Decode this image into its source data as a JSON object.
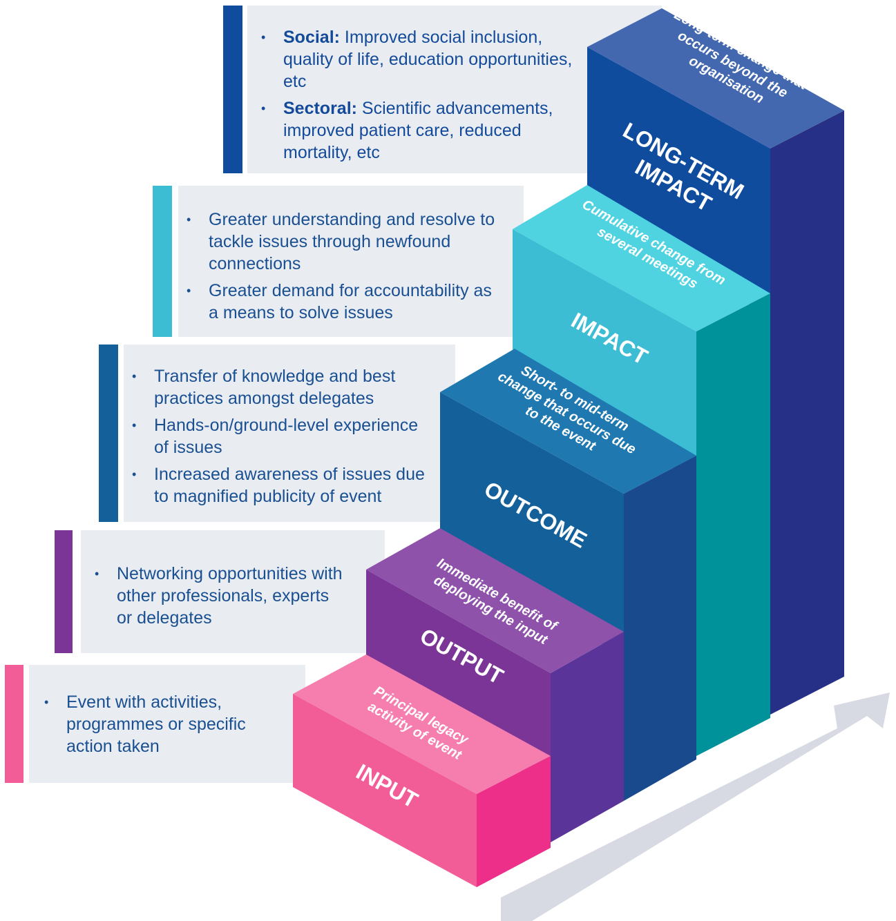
{
  "colors": {
    "input": "#f25d98",
    "output": "#7a3596",
    "outcome": "#13609a",
    "impact": "#3cbdd3",
    "long_term_impact": "#0f4c9e",
    "panel_background": "#e9edf2",
    "bullet_text": "#1a4f92",
    "arrow": "#d7dae2"
  },
  "panels": {
    "long_term_impact": {
      "bullets": [
        {
          "bold": "Social:",
          "text": " Improved social inclusion, quality of life, education opportunities, etc"
        },
        {
          "bold": "Sectoral:",
          "text": " Scientific advancements, improved patient care, reduced mortality, etc"
        }
      ]
    },
    "impact": {
      "bullets": [
        "Greater understanding and resolve to tackle issues through newfound connections",
        "Greater demand for accountability as a means to solve issues"
      ]
    },
    "outcome": {
      "bullets": [
        "Transfer of knowledge and best practices amongst delegates",
        "Hands-on/ground-level experience of issues",
        "Increased awareness of issues due to magnified publicity of event"
      ]
    },
    "output": {
      "bullets": [
        "Networking opportunities with other professionals, experts or delegates"
      ]
    },
    "input": {
      "bullets": [
        "Event with activities, programmes or specific action taken"
      ]
    }
  },
  "steps": {
    "input": {
      "label": "INPUT",
      "top_lines": [
        "Principal legacy",
        "activity of event"
      ]
    },
    "output": {
      "label": "OUTPUT",
      "top_lines": [
        "Immediate benefit of",
        "deploying the input"
      ]
    },
    "outcome": {
      "label": "OUTCOME",
      "top_lines": [
        "Short- to mid-term",
        "change that occurs due",
        "to the event"
      ]
    },
    "impact": {
      "label": "IMPACT",
      "top_lines": [
        "Cumulative change from",
        "several meetings"
      ]
    },
    "long_term_impact": {
      "label_lines": [
        "LONG-TERM",
        "IMPACT"
      ],
      "top_lines": [
        "Long-term change that",
        "occurs beyond the",
        "organisation"
      ]
    }
  }
}
